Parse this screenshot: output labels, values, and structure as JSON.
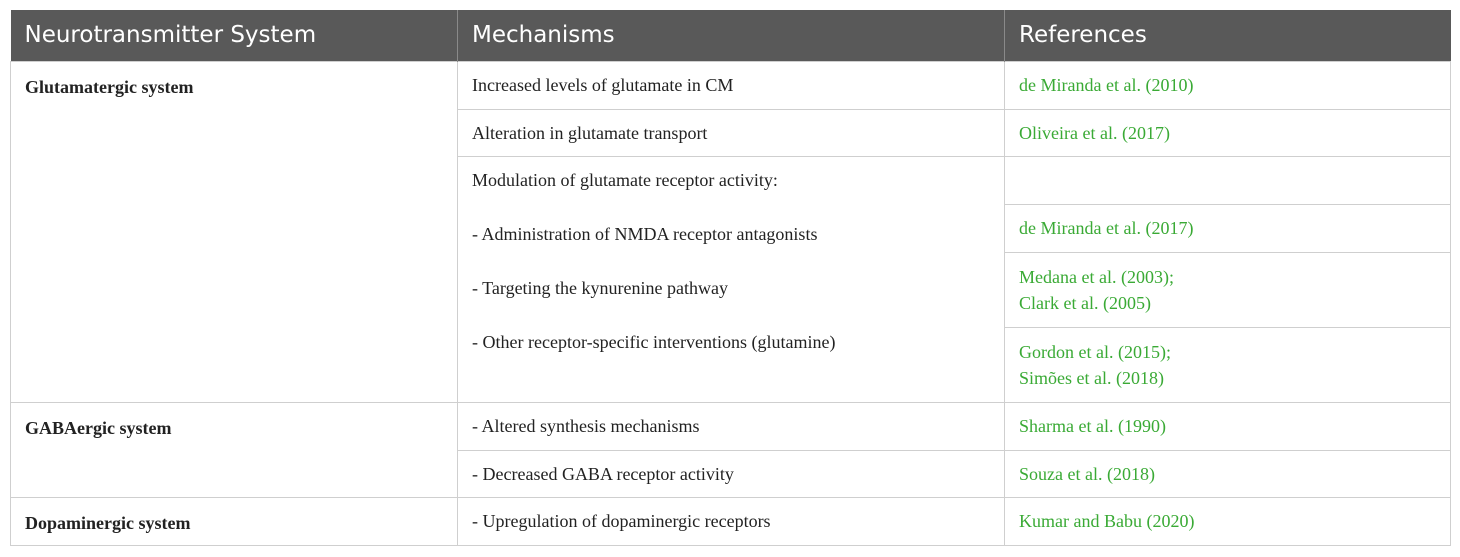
{
  "headers": [
    "Neurotransmitter System",
    "Mechanisms",
    "References"
  ],
  "glutamatergic": {
    "system": "Glutamatergic system",
    "mech1": "Increased levels of glutamate in CM",
    "ref1": "de Miranda et al. (2010)",
    "mech2": "Alteration in glutamate transport",
    "ref2": "Oliveira et al. (2017)",
    "mech3_title": "Modulation of glutamate receptor activity:",
    "mech3_a": "- Administration of NMDA receptor antagonists",
    "mech3_b": "- Targeting the kynurenine pathway",
    "mech3_c": "- Other receptor-specific interventions (glutamine)",
    "ref3": "",
    "ref4": "de Miranda et al. (2017)",
    "ref5_a": "Medana et al. (2003);",
    "ref5_b": "Clark et al. (2005)",
    "ref6_a": "Gordon et al. (2015);",
    "ref6_b": "Simões et al. (2018)"
  },
  "gabaergic": {
    "system": "GABAergic system",
    "mech1": "- Altered synthesis mechanisms",
    "ref1": "Sharma et al. (1990)",
    "mech2": "- Decreased GABA receptor activity",
    "ref2": "Souza et al. (2018)"
  },
  "dopaminergic": {
    "system": "Dopaminergic system",
    "mech1": "- Upregulation of dopaminergic receptors",
    "ref1": "Kumar and Babu (2020)"
  }
}
